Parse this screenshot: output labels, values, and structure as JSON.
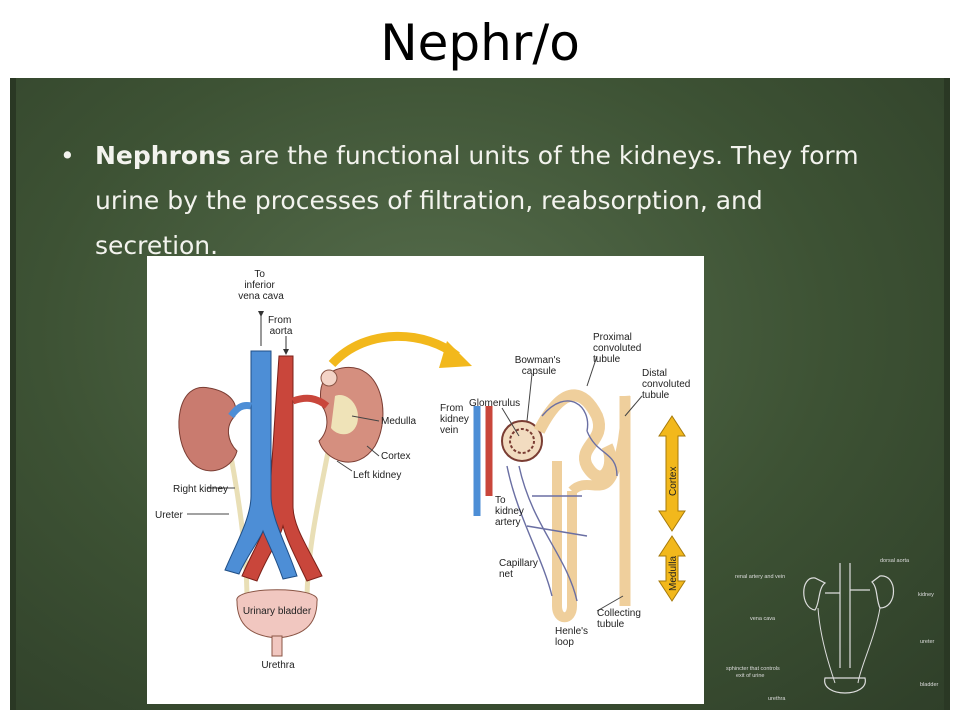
{
  "slide": {
    "title": "Nephr/o",
    "bullet_term": "Nephrons",
    "bullet_rest": " are the functional units of the kidneys. They form urine by the processes of filtration, reabsorption, and secretion."
  },
  "diagram": {
    "label_to_inferior_vena_cava": [
      "To",
      "inferior",
      "vena cava"
    ],
    "label_from_aorta": [
      "From",
      "aorta"
    ],
    "label_medulla": "Medulla",
    "label_cortex": "Cortex",
    "label_left_kidney": "Left kidney",
    "label_right_kidney": "Right kidney",
    "label_ureter": "Ureter",
    "label_urinary_bladder": "Urinary bladder",
    "label_urethra": "Urethra",
    "label_bowmans_capsule": [
      "Bowman's",
      "capsule"
    ],
    "label_proximal_tubule": [
      "Proximal",
      "convoluted",
      "tubule"
    ],
    "label_distal_tubule": [
      "Distal",
      "convoluted",
      "tubule"
    ],
    "label_glomerulus": "Glomerulus",
    "label_from_kidney_vein": [
      "From",
      "kidney",
      "vein"
    ],
    "label_to_kidney_artery": [
      "To",
      "kidney",
      "artery"
    ],
    "label_capillary_net": [
      "Capillary",
      "net"
    ],
    "label_henles_loop": [
      "Henle's",
      "loop"
    ],
    "label_collecting_tubule": [
      "Collecting",
      "tubule"
    ],
    "label_cortex_zone": "Cortex",
    "label_medulla_zone": "Medulla"
  },
  "sketch": {
    "dorsal_aorta": "dorsal aorta",
    "renal_artery_vein": "renal artery and vein",
    "kidney": "kidney",
    "vena_cava": "vena cava",
    "ureter": "ureter",
    "sphincter_1": "sphincter that controls",
    "sphincter_2": "exit of urine",
    "bladder": "bladder",
    "urethra": "urethra"
  }
}
